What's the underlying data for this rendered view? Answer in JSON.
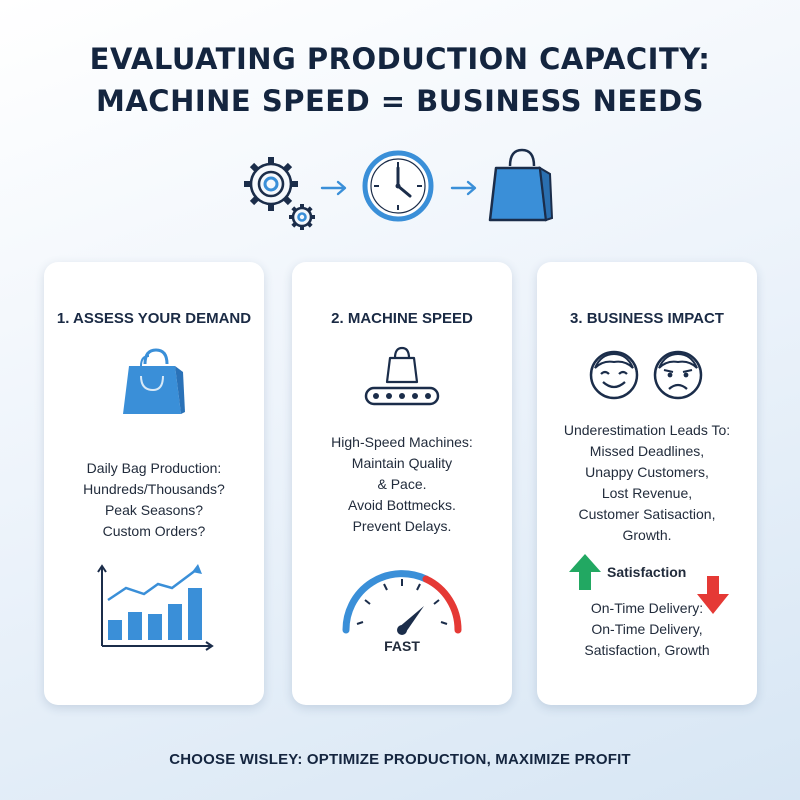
{
  "header": {
    "title_line1": "EVALUATING PRODUCTION CAPACITY:",
    "title_line2": "MACHINE SPEED = BUSINESS NEEDS"
  },
  "flow_icons": [
    "gears-icon",
    "arrow-right-icon",
    "clock-icon",
    "arrow-right-icon",
    "shopping-bag-icon"
  ],
  "colors": {
    "accent_blue": "#3a8fd8",
    "dark_navy": "#1b2d4a",
    "green": "#22a862",
    "red": "#e53935"
  },
  "cards": [
    {
      "title": "1. ASSESS YOUR DEMAND",
      "icon": "shopping-bag-icon",
      "lines": [
        "Daily Bag Production:",
        "Hundreds/Thousands?",
        "Peak Seasons?",
        "Custom Orders?"
      ],
      "chart_icon": "bar-chart-trend-icon"
    },
    {
      "title": "2. MACHINE SPEED",
      "icon": "conveyor-belt-icon",
      "lines": [
        "High-Speed Machines:",
        "Maintain Quality",
        "& Pace.",
        "Avoid Bottmecks.",
        "Prevent Delays."
      ],
      "gauge_label": "FAST"
    },
    {
      "title": "3. BUSINESS IMPACT",
      "icons": [
        "happy-face-icon",
        "sad-face-icon"
      ],
      "lines": [
        "Underestimation Leads To:",
        "Missed Deadlines,",
        "Unappy Customers,",
        "Lost Revenue,",
        "Customer Satisaction,",
        "Growth."
      ],
      "satisfaction_label": "Satisfaction",
      "bottom_lines": [
        "On-Time Delivery:",
        "On-Time Delivery,",
        "Satisfaction, Growth"
      ]
    }
  ],
  "footer": "CHOOSE WISLEY: OPTIMIZE PRODUCTION, MAXIMIZE PROFIT"
}
